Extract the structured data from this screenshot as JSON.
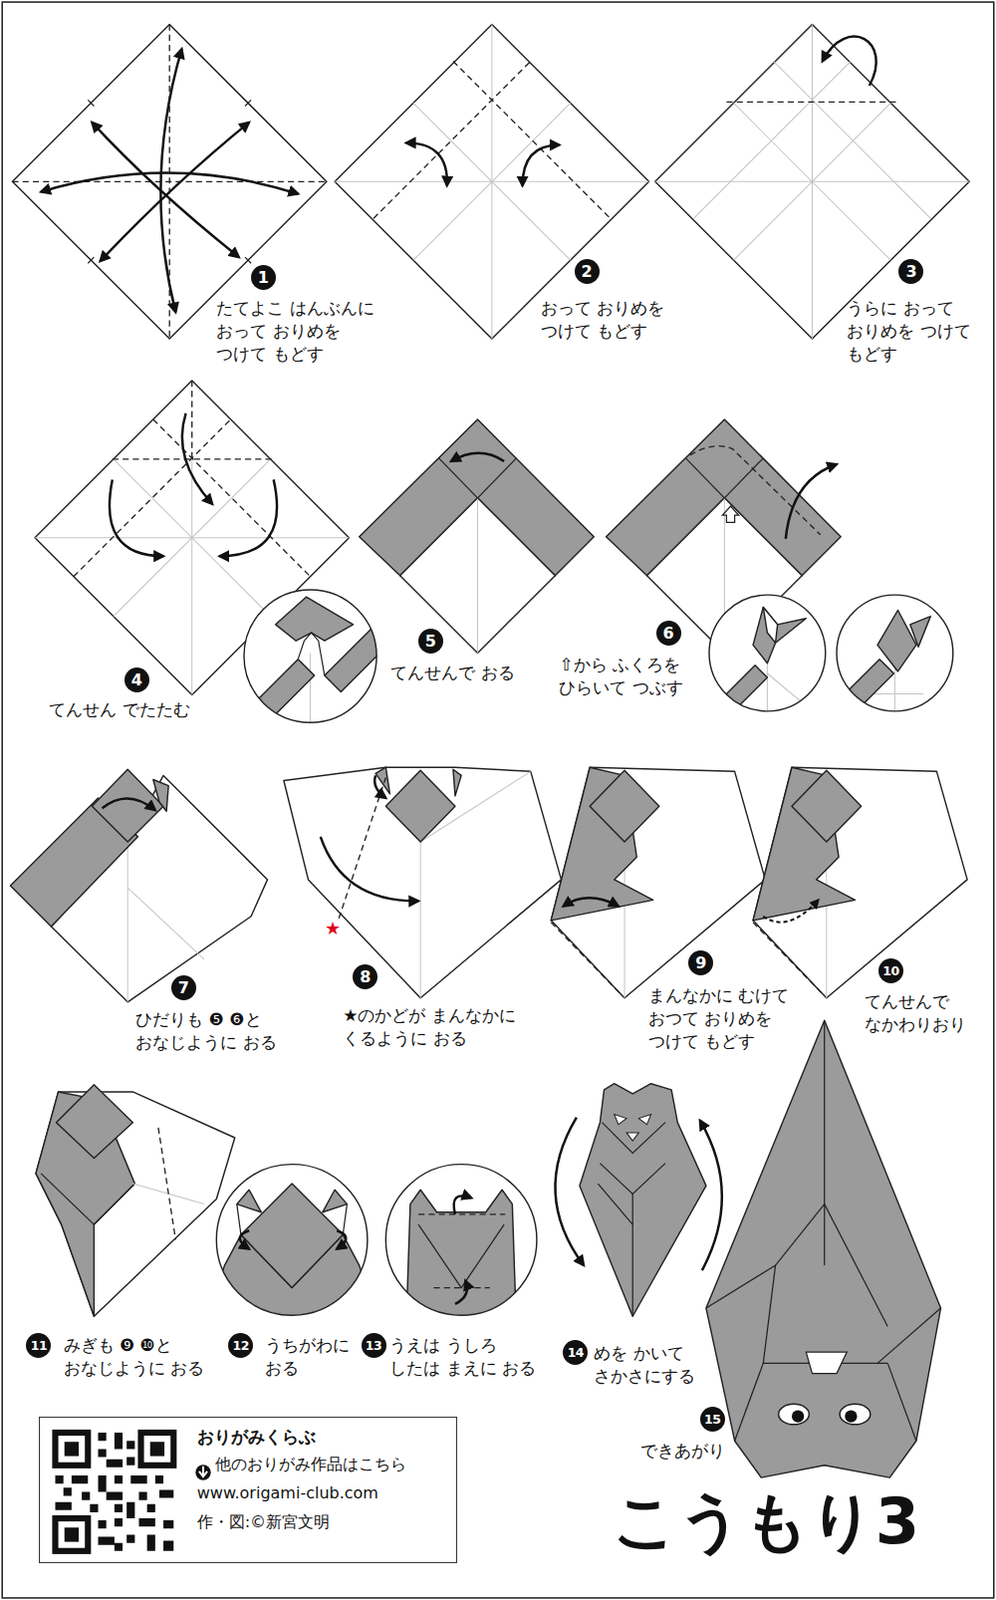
{
  "diagram": {
    "title": "こうもり3",
    "nodes": [
      {
        "text": [
          "おりがみくらぶ",
          "他のおりがみ作品はこちら",
          "www.origami-club.com",
          "作・図:©新宮文明"
        ]
      }
    ],
    "labels": [
      "1",
      "たてよこ はんぶんに おって おりめを つけて もどす",
      "2",
      "おって おりめを つけて もどす",
      "3",
      "うらに おって おりめを つけて もどす",
      "4",
      "てんせん でたたむ",
      "5",
      "てんせんで おる",
      "6",
      "⇧から ふくろを ひらいて つぶす",
      "7",
      "ひだりも ❺ ❻と おなじように おる",
      "★",
      "8",
      "★のかどが まんなかに くるように おる",
      "9",
      "まんなかに むけて おつて おりめを つけて もどす",
      "10",
      "てんせんで なかわりおり",
      "11",
      "みぎも ❾ ❿と おなじように おる",
      "12",
      "うちがわに おる",
      "13",
      "うえは うしろ したは まえに おる",
      "14",
      "めを かいて さかさにする",
      "15",
      "できあがり"
    ]
  }
}
